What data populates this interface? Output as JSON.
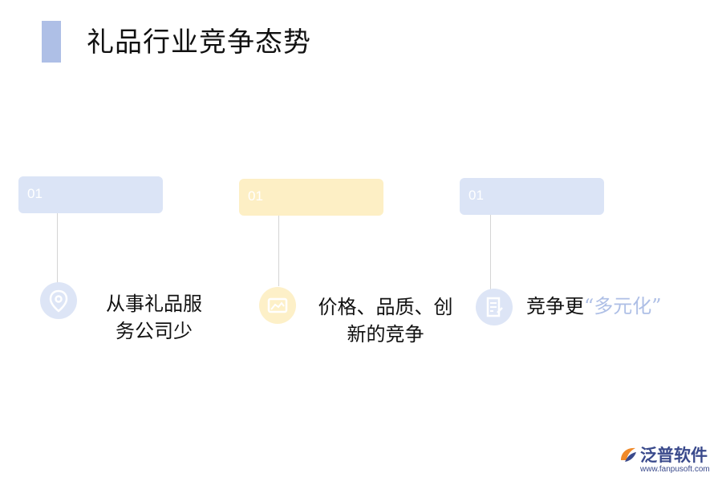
{
  "title": "礼品行业竞争态势",
  "colors": {
    "blue_box": "#dbe4f6",
    "yellow_box": "#fdefc5",
    "blue_icon_bg": "#dde5f6",
    "yellow_icon_bg": "#fdf0c8",
    "accent": "#aebfe6"
  },
  "items": [
    {
      "number": "01",
      "text_line1": "从事礼品服",
      "text_line2": "务公司少",
      "icon": "location-pin-icon"
    },
    {
      "number": "01",
      "text_line1": "价格、品质、创",
      "text_line2": "新的竞争",
      "icon": "image-frame-icon"
    },
    {
      "number": "01",
      "text_prefix": "竞争更",
      "text_highlight": "“多元化”",
      "icon": "document-edit-icon"
    }
  ],
  "logo": {
    "name": "泛普软件",
    "url": "www.fanpusoft.com",
    "icon": "fanpu-logo-icon"
  }
}
